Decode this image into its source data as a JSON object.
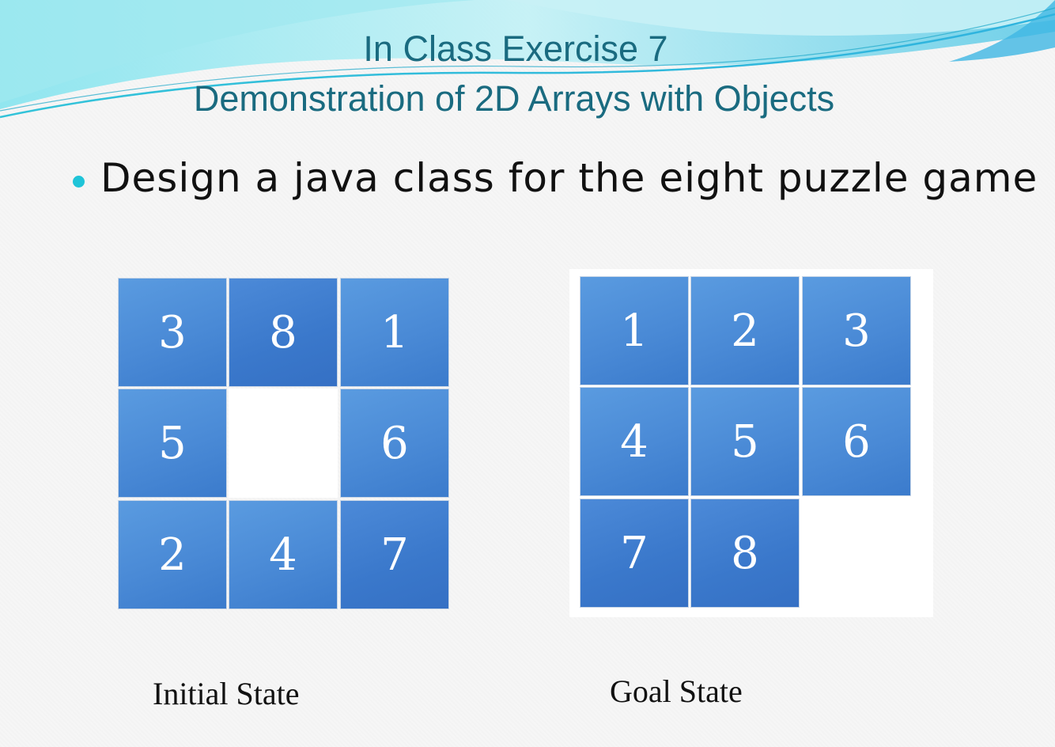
{
  "slide": {
    "title_line1": "In Class Exercise 7",
    "title_line2": "Demonstration of 2D Arrays with Objects",
    "bullet": "Design a java class for the eight puzzle game"
  },
  "initial_state": {
    "caption": "Initial State",
    "tiles": [
      "3",
      "8",
      "1",
      "5",
      "",
      "6",
      "2",
      "4",
      "7"
    ]
  },
  "goal_state": {
    "caption": "Goal State",
    "tiles": [
      "1",
      "2",
      "3",
      "4",
      "5",
      "6",
      "7",
      "8",
      ""
    ]
  },
  "colors": {
    "title": "#1a6b80",
    "bullet": "#1fc4d8",
    "tile": "#4a8ad6"
  }
}
